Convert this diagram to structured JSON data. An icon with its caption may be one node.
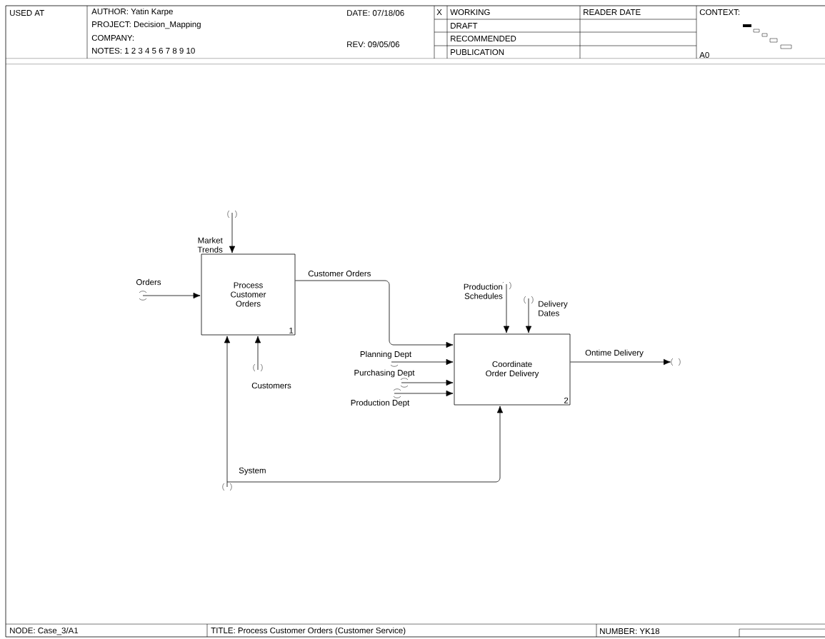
{
  "diagram": {
    "nodes": [
      {
        "text": [
          "Process Customer Orders",
          "1"
        ]
      },
      {
        "text": [
          "Coordinate Order Delivery",
          "2"
        ]
      }
    ],
    "edges": [
      {
        "from": null,
        "to": 0,
        "arrow": "to",
        "label": "Orders"
      },
      {
        "from": null,
        "to": 0,
        "arrow": "to",
        "label": "Market Trends"
      },
      {
        "from": null,
        "to": 0,
        "arrow": "to",
        "label": "Customers"
      },
      {
        "from": 0,
        "to": 1,
        "arrow": "to",
        "label": "Customer Orders"
      },
      {
        "from": null,
        "to": 1,
        "arrow": "to",
        "label": "Production Schedules"
      },
      {
        "from": null,
        "to": 1,
        "arrow": "to",
        "label": "Delivery Dates"
      },
      {
        "from": null,
        "to": 1,
        "arrow": "to",
        "label": "Planning Dept"
      },
      {
        "from": null,
        "to": 1,
        "arrow": "to",
        "label": "Purchasing Dept"
      },
      {
        "from": null,
        "to": 1,
        "arrow": "to",
        "label": "Production Dept"
      },
      {
        "from": 1,
        "to": null,
        "arrow": "to",
        "label": "Ontime Delivery"
      },
      {
        "from": null,
        "to": 0,
        "arrow": "to"
      },
      {
        "from": null,
        "to": 1,
        "arrow": "to",
        "label": "System"
      }
    ],
    "labels": [
      "USED AT",
      "AUTHOR: Yatin Karpe",
      "PROJECT: Decision_Mapping",
      "COMPANY:",
      "NOTES: 1 2 3 4 5 6 7 8 9 10",
      "DATE: 07/18/06",
      "REV: 09/05/06",
      "X",
      "WORKING",
      "READER DATE",
      "CONTEXT:",
      "DRAFT",
      "RECOMMENDED",
      "PUBLICATION",
      "A0",
      "NODE: Case_3/A1",
      "TITLE: Process Customer Orders (Customer Service)",
      "NUMBER: YK18"
    ]
  }
}
